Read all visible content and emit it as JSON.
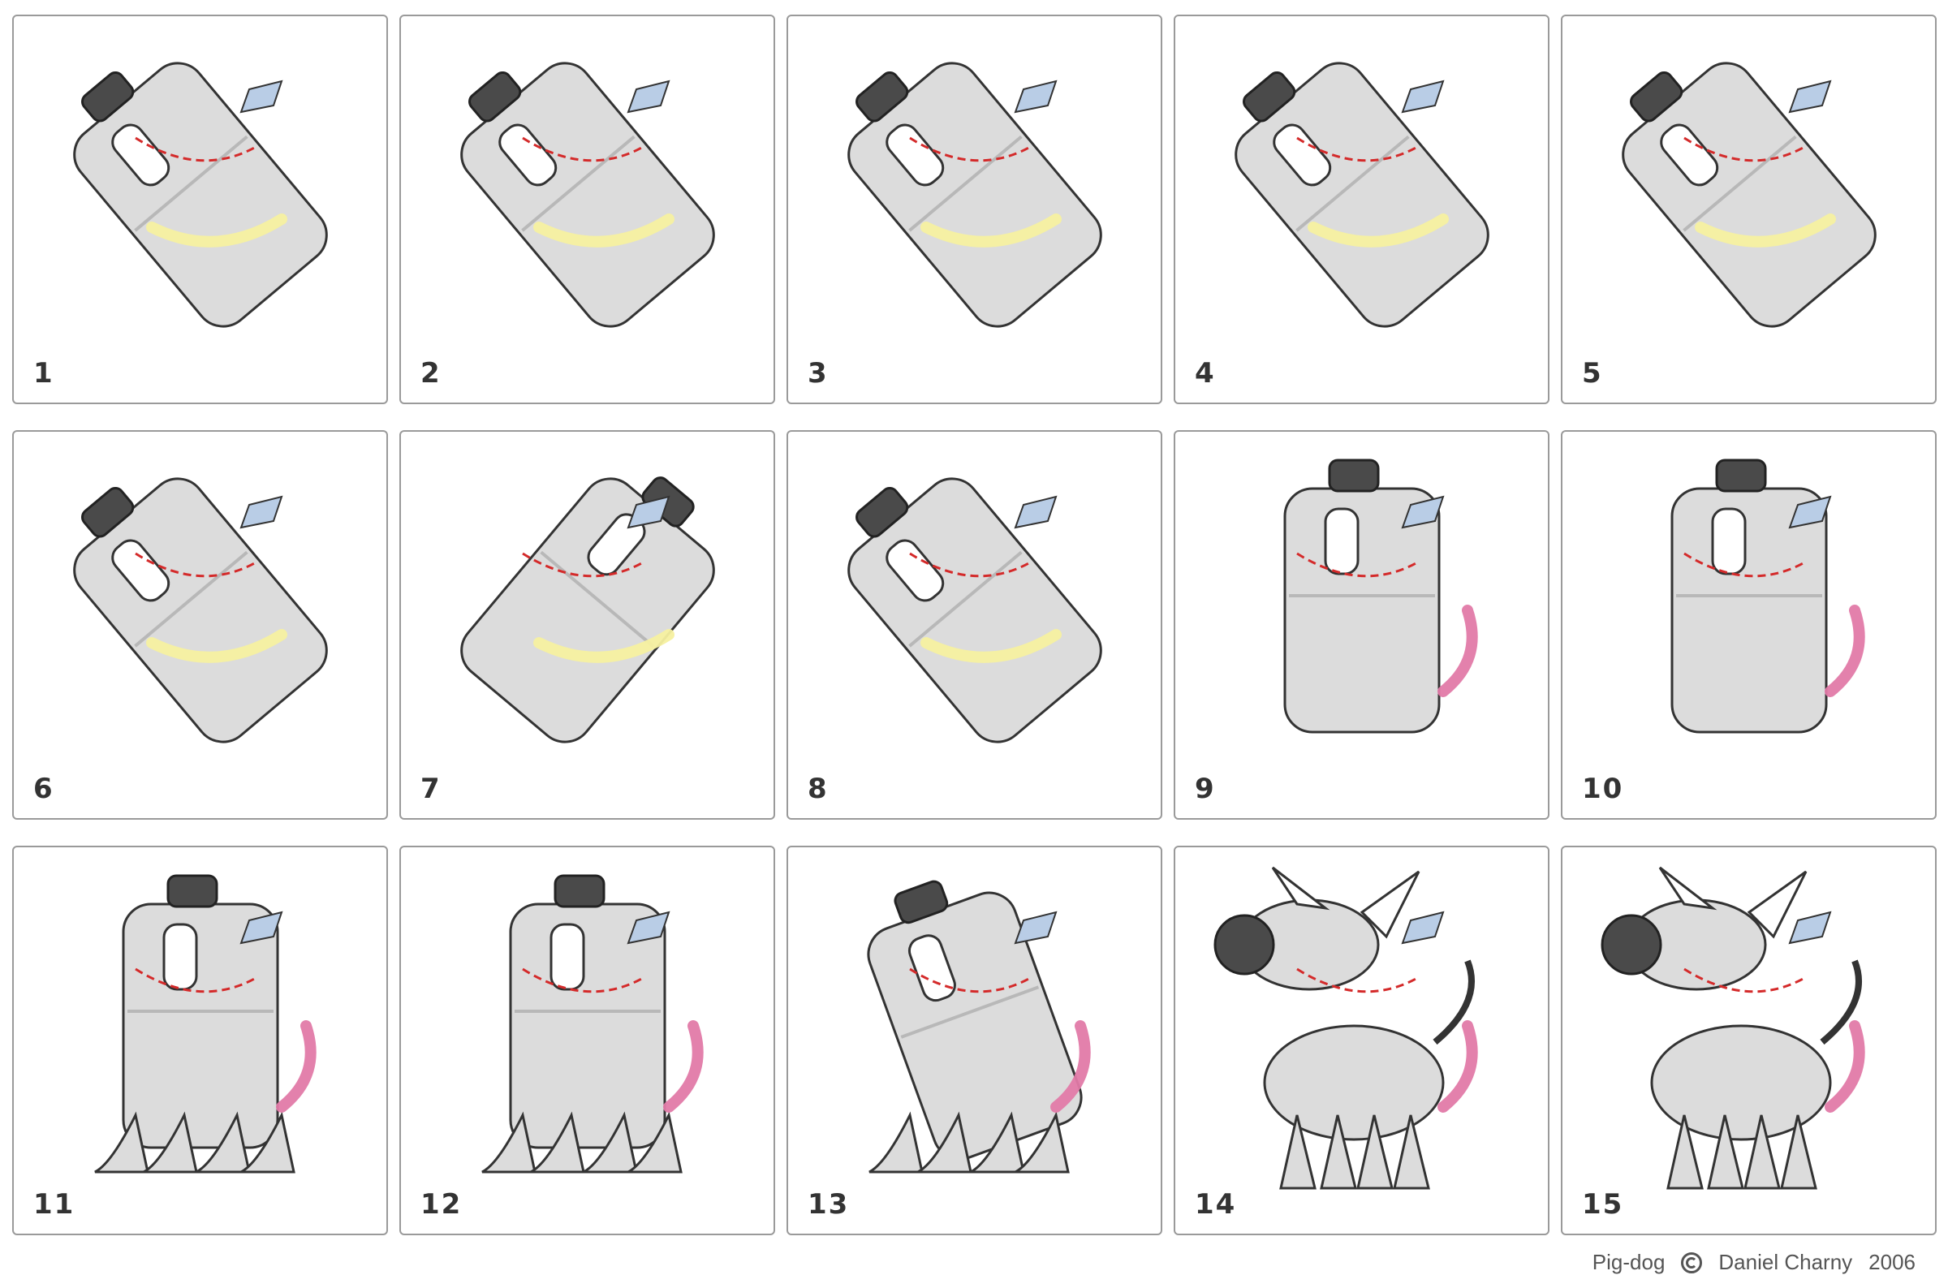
{
  "panels": [
    {
      "label": "1",
      "pose": "tilt-left",
      "mark": "fold"
    },
    {
      "label": "2",
      "pose": "tilt-left",
      "mark": "fold"
    },
    {
      "label": "3",
      "pose": "tilt-left",
      "mark": "fold"
    },
    {
      "label": "4",
      "pose": "tilt-left",
      "mark": "fold"
    },
    {
      "label": "5",
      "pose": "tilt-left",
      "mark": "fold"
    },
    {
      "label": "6",
      "pose": "tilt-left",
      "mark": "fold"
    },
    {
      "label": "7",
      "pose": "tilt-right",
      "mark": "fold"
    },
    {
      "label": "8",
      "pose": "tilt-left",
      "mark": "fold"
    },
    {
      "label": "9",
      "pose": "upright",
      "mark": "bend"
    },
    {
      "label": "10",
      "pose": "upright",
      "mark": "bend"
    },
    {
      "label": "11",
      "pose": "legs",
      "mark": "bend"
    },
    {
      "label": "12",
      "pose": "legs",
      "mark": "bend"
    },
    {
      "label": "13",
      "pose": "head-up",
      "mark": "bend"
    },
    {
      "label": "14",
      "pose": "dog",
      "mark": "bend"
    },
    {
      "label": "15",
      "pose": "dog",
      "mark": "bend"
    }
  ],
  "credit": {
    "title": "Pig-dog",
    "author": "Daniel Charny",
    "year": "2006"
  },
  "colors": {
    "cut_line": "#d42a2a",
    "fold_arrow": "#f5f0a0",
    "bend_arrow": "#e27aa8",
    "tape": "#b9cde6",
    "cap": "#4a4a4a",
    "bottle": "#dcdcdc"
  }
}
